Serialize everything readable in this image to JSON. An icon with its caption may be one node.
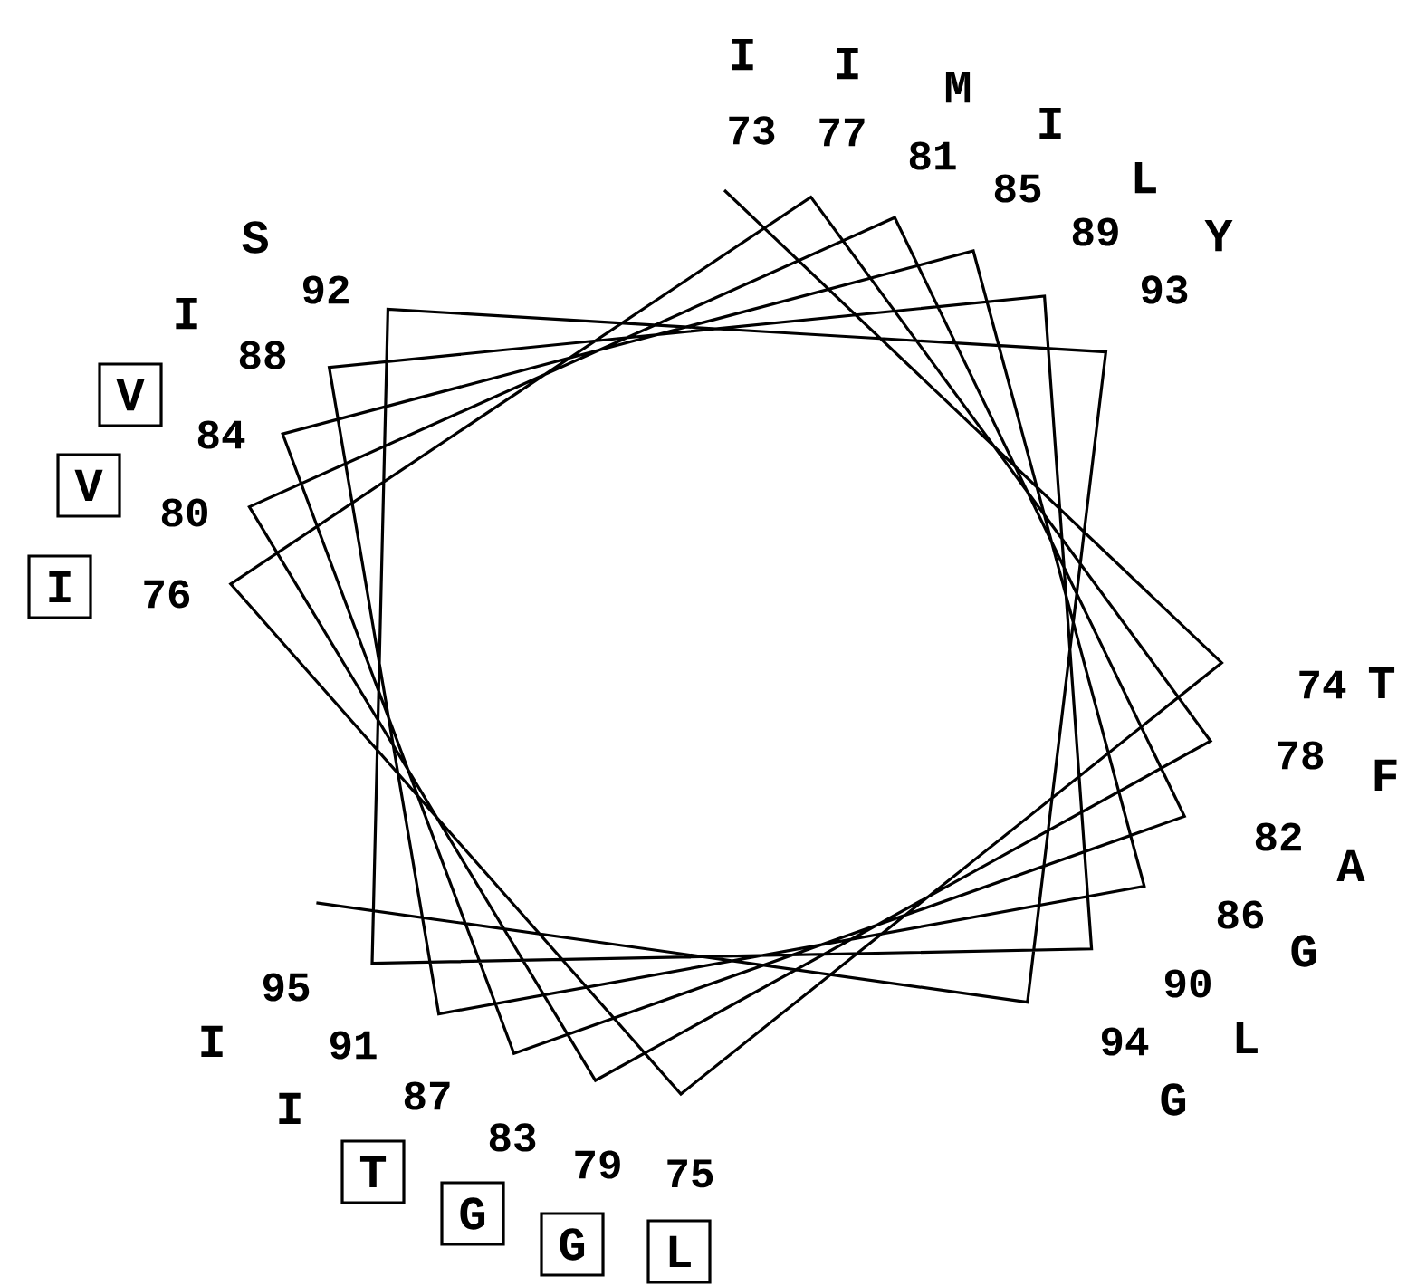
{
  "diagram": {
    "nodes": [
      {
        "text": [
          "V"
        ],
        "beside": [
          "84"
        ]
      },
      {
        "text": [
          "V"
        ],
        "beside": [
          "80"
        ]
      },
      {
        "text": [
          "I"
        ],
        "beside": [
          "76"
        ]
      },
      {
        "text": [
          "T"
        ],
        "beside": [
          "87"
        ]
      },
      {
        "text": [
          "G"
        ],
        "beside": [
          "83"
        ]
      },
      {
        "text": [
          "G"
        ],
        "beside": [
          "79"
        ]
      },
      {
        "text": [
          "L"
        ],
        "beside": [
          "75"
        ]
      }
    ],
    "labels": [
      "I",
      "73",
      "I",
      "77",
      "M",
      "81",
      "I",
      "85",
      "L",
      "89",
      "Y",
      "93",
      "S",
      "92",
      "I",
      "88",
      "74",
      "T",
      "78",
      "F",
      "82",
      "A",
      "86",
      "G",
      "90",
      "94",
      "L",
      "G",
      "95",
      "I",
      "91",
      "I"
    ]
  }
}
